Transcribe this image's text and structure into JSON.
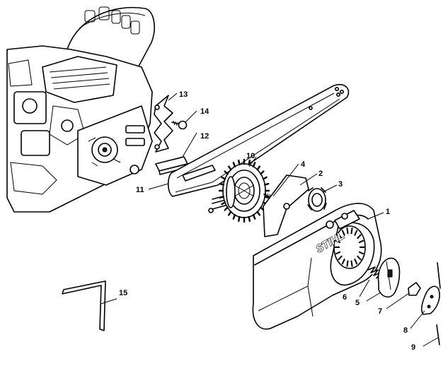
{
  "callouts": {
    "c1": "1",
    "c2": "2",
    "c3": "3",
    "c4": "4",
    "c5": "5",
    "c6": "6",
    "c7": "7",
    "c8": "8",
    "c9": "9",
    "c10": "10",
    "c11": "11",
    "c12": "12",
    "c13": "13",
    "c14": "14",
    "c15": "15"
  },
  "brand_text": "STIHL",
  "colors": {
    "line": "#000000",
    "background": "#ffffff"
  }
}
